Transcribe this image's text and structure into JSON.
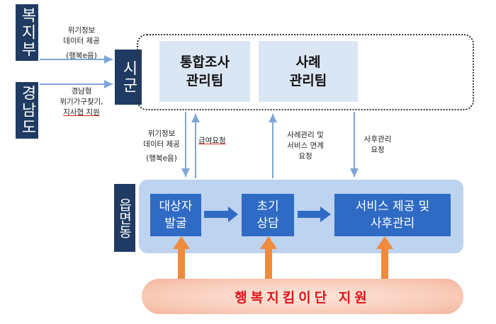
{
  "left": {
    "ministry": "복지부",
    "province": "경남도",
    "sigun": "시군",
    "eupmyeon": "읍면동"
  },
  "ministry_flow": {
    "line1": "위기정보",
    "line2": "데이터 제공",
    "line3": "(행복e음)"
  },
  "province_flow": {
    "line1": "경남형",
    "line2": "위기가구찾기,",
    "line3": "지사협 지원"
  },
  "teams": {
    "integrated": {
      "line1": "통합조사",
      "line2": "관리팀"
    },
    "case": {
      "line1": "사례",
      "line2": "관리팀"
    }
  },
  "vertical_labels": {
    "crisis_data": {
      "line1": "위기정보",
      "line2": "데이터 제공",
      "line3": "(행복e음)"
    },
    "benefit_request": "급여요청",
    "case_request": {
      "line1": "사례관리 및",
      "line2": "서비스 연계",
      "line3": "요청"
    },
    "aftercare_request": {
      "line1": "사후관리",
      "line2": "요청"
    }
  },
  "process": {
    "step1": {
      "line1": "대상자",
      "line2": "발굴"
    },
    "step2": {
      "line1": "초기",
      "line2": "상담"
    },
    "step3": {
      "line1": "서비스 제공 및",
      "line2": "사후관리"
    }
  },
  "support_bar": "행복지킴이단 지원"
}
